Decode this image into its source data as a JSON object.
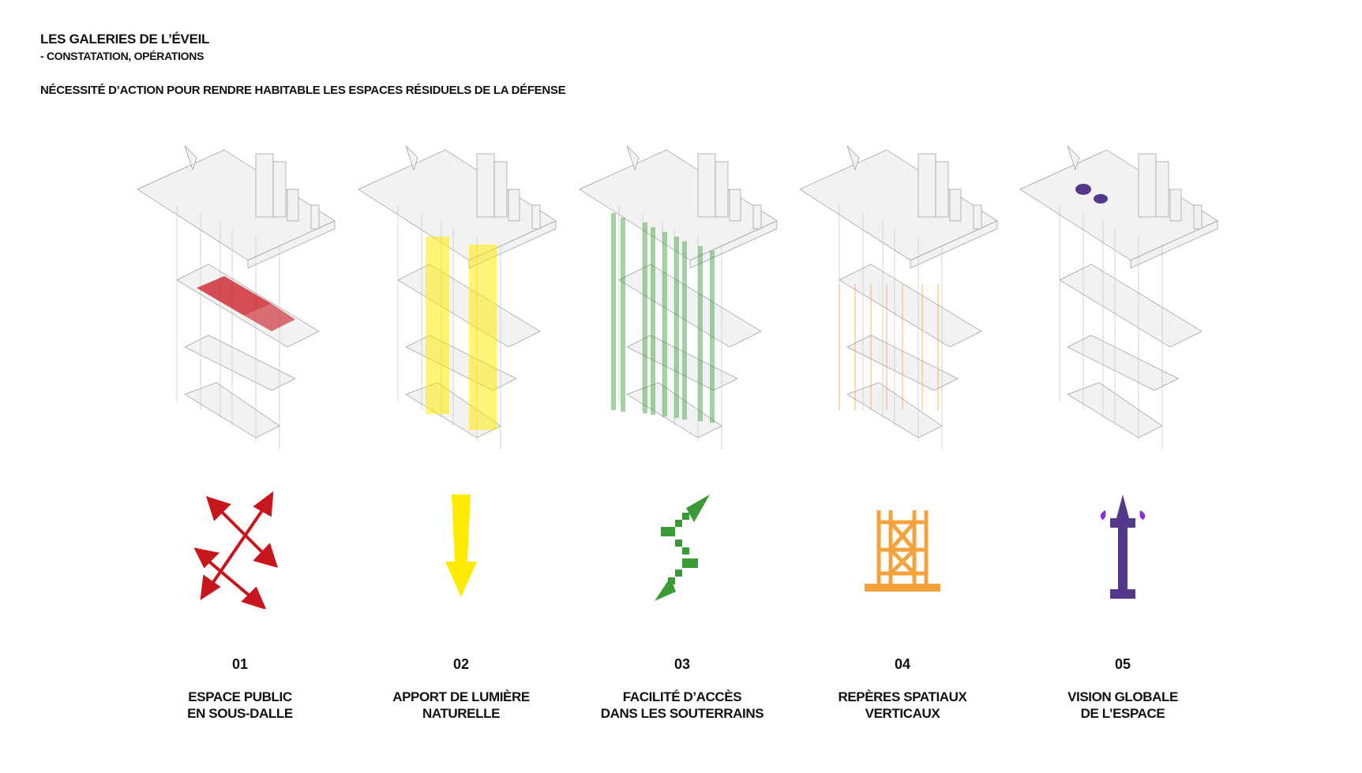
{
  "header": {
    "title": "Les Galeries de l’Éveil",
    "subtitle": "- Constatation, opérations",
    "statement": "Nécessité d’action pour rendre habitable les espaces résiduels de la Défense"
  },
  "operations": [
    {
      "number": "01",
      "label_line1": "Espace public",
      "label_line2": "en sous-dalle",
      "icon": "four-way-arrows-icon",
      "color": "#c8161d"
    },
    {
      "number": "02",
      "label_line1": "Apport de lumière",
      "label_line2": "naturelle",
      "icon": "down-arrow-icon",
      "color": "#ffeb00"
    },
    {
      "number": "03",
      "label_line1": "Facilité d’accès",
      "label_line2": "dans les souterrains",
      "icon": "zigzag-stairs-arrow-icon",
      "color": "#3a9a35"
    },
    {
      "number": "04",
      "label_line1": "Repères spatiaux",
      "label_line2": "verticaux",
      "icon": "scaffold-tower-icon",
      "color": "#f4a23b"
    },
    {
      "number": "05",
      "label_line1": "Vision globale",
      "label_line2": "de l’espace",
      "icon": "watch-tower-eyes-icon",
      "color": "#54398a"
    }
  ]
}
